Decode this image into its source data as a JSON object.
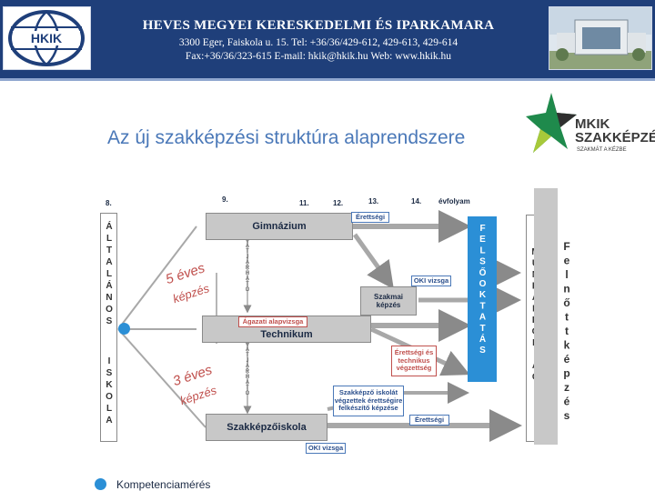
{
  "header": {
    "title": "HEVES MEGYEI KERESKEDELMI ÉS IPARKAMARA",
    "address_line": "3300 Eger, Faiskola u. 15.   Tel: +36/36/429-612, 429-613, 429-614",
    "contact_line": "Fax:+36/36/323-615   E-mail: hkik@hkik.hu   Web: www.hkik.hu",
    "logo_text": "HKIK"
  },
  "slide": {
    "title": "Az új szakképzési struktúra alaprendszere",
    "brand_logo": {
      "name": "MKIK",
      "line2": "SZAKKÉPZÉS",
      "tagline": "SZAKMÁT A KÉZBE"
    }
  },
  "diagram": {
    "grades": {
      "g8": "8.",
      "g9": "9.",
      "g11": "11.",
      "g12": "12.",
      "g13": "13.",
      "g14": "14.",
      "evfolyam": "évfolyam"
    },
    "boxes": {
      "gimnazium": "Gimnázium",
      "szakmai_kepzes": "Szakmai képzés",
      "technikum": "Technikum",
      "szakkepzo_iskola": "Szakképzőiskola"
    },
    "callouts": {
      "erettsegi_1": "Érettségi",
      "oki_vizsga_1": "OKI vizsga",
      "agazati_alapvizsga": "Ágazati alapvizsga",
      "erettsegi_technikus": "Érettségi és technikus végzettség",
      "szakkepzo_vegzettek": "Szakképző iskolát végzettek érettségire felkészítő képzése",
      "erettsegi_2": "Érettségi",
      "oki_vizsga_2": "OKI vizsga"
    },
    "diagonal_labels": {
      "ot_eves_1": "5 éves",
      "ot_eves_2": "képzés",
      "harom_eves_1": "3 éves",
      "harom_eves_2": "képzés"
    },
    "columns": {
      "altalanos_1": "ÁLTALÁNOS",
      "altalanos_2": "ISKOLA",
      "felsooktatas": "FELSŐOKTATÁS",
      "munkaeropiac": "MUNKAERŐPIAC",
      "felnottkepzes": "Felnőttképzés",
      "atjarhato": "ÁTJÁRHATÓ"
    },
    "legend": {
      "label": "Kompetenciamérés",
      "color": "#2b8fd6"
    },
    "colors": {
      "accent": "#2b8fd6",
      "box_gray": "#c8c8c8",
      "header_blue": "#1f3f7a",
      "callout_red": "#c0504d"
    }
  }
}
